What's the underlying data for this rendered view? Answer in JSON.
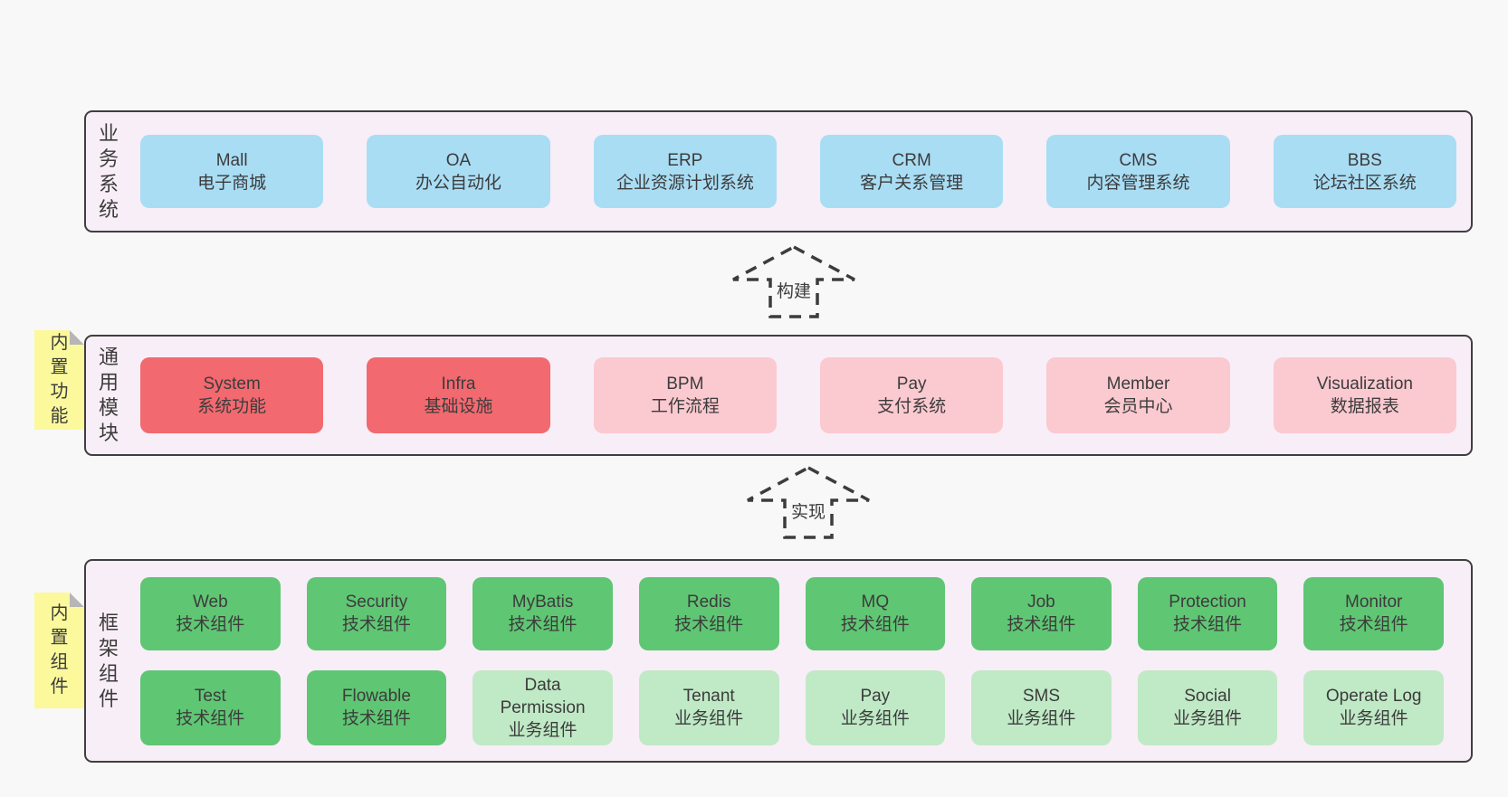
{
  "colors": {
    "bg": "#f8f8f8",
    "panel": "#f8eef7",
    "panel-border": "#3f3f3f",
    "blue": "#a9ddf4",
    "red": "#f2696f",
    "pink": "#fbc9d0",
    "green": "#5fc673",
    "green-light": "#c0e9c6",
    "yellow": "#fbf99c",
    "fold": "#b6b6b6",
    "text": "#3c3c3c"
  },
  "arrows": [
    {
      "label": "构建"
    },
    {
      "label": "实现"
    }
  ],
  "layers": [
    {
      "id": "business-systems",
      "label": "业务系统",
      "boxes": [
        {
          "name": "Mall",
          "sub": "电子商城"
        },
        {
          "name": "OA",
          "sub": "办公自动化"
        },
        {
          "name": "ERP",
          "sub": "企业资源计划系统"
        },
        {
          "name": "CRM",
          "sub": "客户关系管理"
        },
        {
          "name": "CMS",
          "sub": "内容管理系统"
        },
        {
          "name": "BBS",
          "sub": "论坛社区系统"
        }
      ]
    },
    {
      "id": "common-modules",
      "label": "通用模块",
      "note": "内置功能",
      "boxes": [
        {
          "name": "System",
          "sub": "系统功能"
        },
        {
          "name": "Infra",
          "sub": "基础设施"
        },
        {
          "name": "BPM",
          "sub": "工作流程"
        },
        {
          "name": "Pay",
          "sub": "支付系统"
        },
        {
          "name": "Member",
          "sub": "会员中心"
        },
        {
          "name": "Visualization",
          "sub": "数据报表"
        }
      ]
    },
    {
      "id": "framework-components",
      "label": "框架组件",
      "note": "内置组件",
      "rows": [
        [
          {
            "name": "Web",
            "sub": "技术组件"
          },
          {
            "name": "Security",
            "sub": "技术组件"
          },
          {
            "name": "MyBatis",
            "sub": "技术组件"
          },
          {
            "name": "Redis",
            "sub": "技术组件"
          },
          {
            "name": "MQ",
            "sub": "技术组件"
          },
          {
            "name": "Job",
            "sub": "技术组件"
          },
          {
            "name": "Protection",
            "sub": "技术组件"
          },
          {
            "name": "Monitor",
            "sub": "技术组件"
          }
        ],
        [
          {
            "name": "Test",
            "sub": "技术组件"
          },
          {
            "name": "Flowable",
            "sub": "技术组件"
          },
          {
            "name": "Data Permission",
            "sub": "业务组件"
          },
          {
            "name": "Tenant",
            "sub": "业务组件"
          },
          {
            "name": "Pay",
            "sub": "业务组件"
          },
          {
            "name": "SMS",
            "sub": "业务组件"
          },
          {
            "name": "Social",
            "sub": "业务组件"
          },
          {
            "name": "Operate Log",
            "sub": "业务组件"
          }
        ]
      ]
    }
  ]
}
